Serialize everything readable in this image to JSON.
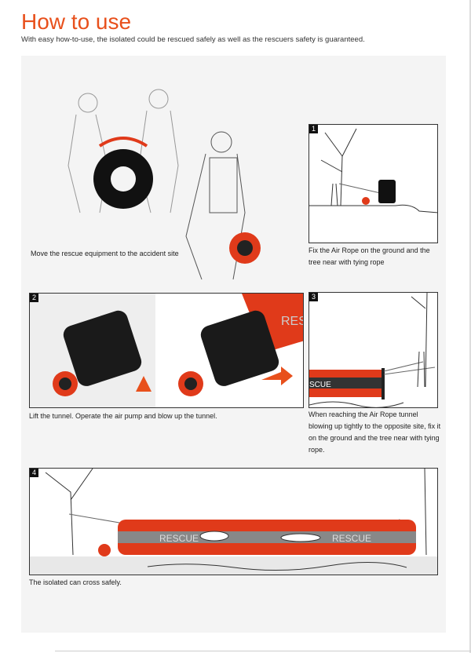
{
  "header": {
    "title": "How to use",
    "subtitle": "With easy how-to-use, the isolated could be rescued safely as well as the rescuers safety is guaranteed."
  },
  "steps": [
    {
      "number": "",
      "caption": "Move the rescue equipment to the accident site"
    },
    {
      "number": "1",
      "caption": "Fix the Air Rope on the ground and the tree near with tying rope"
    },
    {
      "number": "2",
      "caption": "Lift the tunnel. Operate the air pump and blow up the tunnel."
    },
    {
      "number": "3",
      "caption": "When reaching the Air Rope tunnel blowing up tightly to the opposite site, fix it on the ground and the tree near with tying rope."
    },
    {
      "number": "4",
      "caption": "The isolated can cross safely."
    }
  ],
  "tunnel_labels": {
    "step2": "RESC",
    "step3": "SCUE",
    "step4_left": "RESCUE",
    "step4_right": "RESCUE"
  },
  "colors": {
    "accent": "#e8501c",
    "tunnel": "#e03a1a",
    "panel": "#f4f4f4"
  }
}
